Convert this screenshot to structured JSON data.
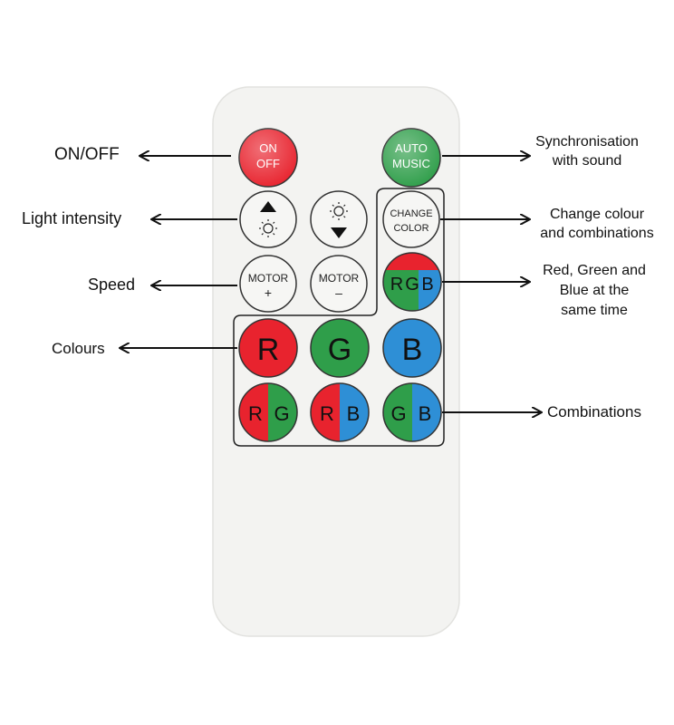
{
  "buttons": {
    "on_off": [
      "ON",
      "OFF"
    ],
    "auto_music": [
      "AUTO",
      "MUSIC"
    ],
    "change_color": [
      "CHANGE",
      "COLOR"
    ],
    "motor_plus": [
      "MOTOR",
      "+"
    ],
    "motor_minus": [
      "MOTOR",
      "–"
    ],
    "rgb": [
      "R",
      "G",
      "B"
    ],
    "r": "R",
    "g": "G",
    "b": "B",
    "rg": [
      "R",
      "G"
    ],
    "rb": [
      "R",
      "B"
    ],
    "gb": [
      "G",
      "B"
    ]
  },
  "annotations": {
    "on_off": "ON/OFF",
    "light_intensity": "Light intensity",
    "speed": "Speed",
    "colours": "Colours",
    "sync_line1": "Synchronisation",
    "sync_line2": "with sound",
    "change_line1": "Change colour",
    "change_line2": "and combinations",
    "rgb_line1": "Red, Green and",
    "rgb_line2": "Blue at the",
    "rgb_line3": "same time",
    "combinations": "Combinations"
  },
  "colors": {
    "red": "#e8232e",
    "green": "#2f9e4a",
    "blue": "#2e8fd6",
    "white_button": "#f6f6f4",
    "remote_body": "#f3f3f1"
  },
  "icons": [
    "sun-up-icon",
    "sun-down-icon",
    "arrow-left-icon",
    "arrow-right-icon"
  ]
}
